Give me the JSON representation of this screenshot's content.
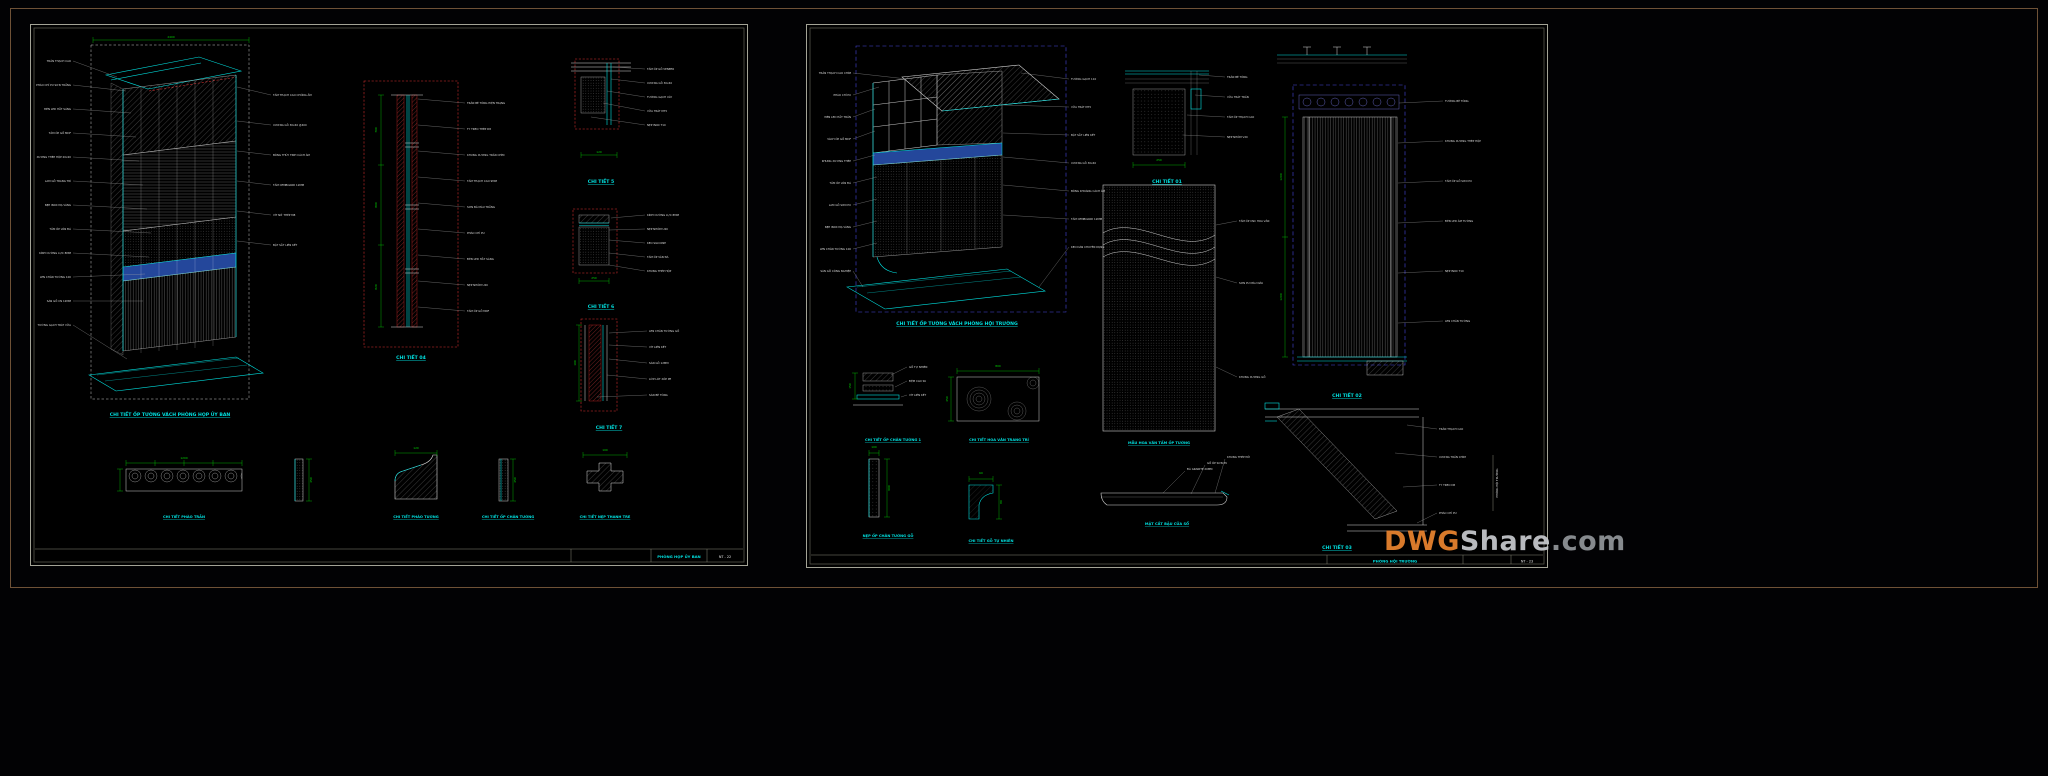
{
  "watermark": {
    "dwg": "DWG",
    "share": "Share",
    "dotcom": ".com"
  },
  "left": {
    "room": "PHÒNG HỌP ỦY BAN",
    "sheet_no": "NT - 22",
    "iso": {
      "title": "CHI TIẾT ỐP TƯỜNG VÁCH PHÒNG HỌP ỦY BAN",
      "dim": "2400",
      "labels_left": [
        "TRẦN THẠCH CAO",
        "PHÀO CHỈ PU SƠN TRẮNG",
        "ĐÈN LED HẮT SÁNG",
        "TẤM ỐP GỖ MDF",
        "XƯƠNG THÉP HỘP 20x20",
        "LAM GỖ TRANG TRÍ",
        "NẸP INOX MẠ VÀNG",
        "TẤM ỐP VÂN ĐÁ",
        "KÍNH CƯỜNG LỰC 8MM",
        "LEN CHÂN TƯỜNG 100",
        "SÀN GỖ CN 12MM",
        "TƯỜNG GẠCH TRÁT VỮA"
      ],
      "labels_right": [
        "TẤM THẠCH CAO CHỐNG ẨM",
        "XƯƠNG GỖ 30x40 @400",
        "BÔNG THỦY TINH CÁCH ÂM",
        "TẤM CEMBOARD 12MM",
        "VÍT NỞ THÉP M8",
        "BẬT SẮT LIÊN KẾT"
      ]
    },
    "section": {
      "title": "CHI TIẾT 04",
      "labels": [
        "TRẦN BÊ TÔNG HIỆN TRẠNG",
        "TY TREO THÉP D8",
        "KHUNG XƯƠNG TRẦN CHÌM",
        "TẤM THẠCH CAO 9MM",
        "SƠN BẢ MÀU TRẮNG",
        "PHÀO CHỈ PU",
        "ĐÈN LED HẮT SÁNG",
        "NẸP NHÔM U20",
        "TẤM ỐP GỖ MDF"
      ],
      "dims": [
        "700",
        "800",
        "820"
      ]
    },
    "d1": {
      "title": "CHI TIẾT 5",
      "labels": [
        "TẤM ỐP GỖ VENEER",
        "XƯƠNG GỖ 30x40",
        "TƯỜNG GẠCH XÂY",
        "VỮA TRÁT M75",
        "NẸP INOX T10"
      ],
      "dim": "120"
    },
    "d2": {
      "title": "CHI TIẾT 6",
      "labels": [
        "KÍNH CƯỜNG LỰC 8MM",
        "NẸP NHÔM U20",
        "KEO SILICONE",
        "TẤM ỐP VÂN ĐÁ",
        "KHUNG THÉP HỘP"
      ],
      "dim": "250"
    },
    "d3": {
      "title": "CHI TIẾT 7",
      "labels": [
        "LEN CHÂN TƯỜNG GỖ",
        "VÍT LIÊN KẾT",
        "SÀN GỖ 12MM",
        "LỚP LÓT XỐP PE",
        "SÀN BÊ TÔNG"
      ],
      "dim": "100"
    },
    "bottom": {
      "titles": [
        "CHI TIẾT PHÀO TRẦN",
        "CHI TIẾT PHÀO TƯỜNG",
        "CHI TIẾT ỐP CHÂN TƯỜNG",
        "CHI TIẾT NẸP THANH TRE"
      ],
      "dims": [
        "1200",
        "450",
        "120",
        "450",
        "100"
      ]
    }
  },
  "right": {
    "room": "PHÒNG HỘI TRƯỜNG",
    "sheet_no": "NT - 23",
    "side_label": "PHÒNG HỘI TRƯỜNG",
    "iso": {
      "title": "CHI TIẾT ỐP TƯỜNG VÁCH PHÒNG HỘI TRƯỜNG",
      "labels_left": [
        "TRẦN THẠCH CAO CHÌM",
        "PHÀO CHỈ PU",
        "ĐÈN LED HẮT TRẦN",
        "VÁCH ỐP GỖ MDF",
        "KHUNG XƯƠNG THÉP",
        "TẤM ỐP VÂN ĐÁ",
        "LAM GỖ SƠN PU",
        "NẸP INOX MẠ VÀNG",
        "LEN CHÂN TƯỜNG 100",
        "SÀN GỖ CÔNG NGHIỆP"
      ],
      "labels_right": [
        "TƯỜNG GẠCH 110",
        "VỮA TRÁT M75",
        "BẬT SẮT LIÊN KẾT",
        "XƯƠNG GỖ 30x40",
        "BÔNG KHOÁNG CÁCH ÂM",
        "TẤM CEMBOARD 12MM",
        "KEO DÁN CHUYÊN DỤNG"
      ]
    },
    "corner": {
      "title": "CHI TIẾT 01",
      "labels": [
        "TRẦN BÊ TÔNG",
        "VỮA TRÁT TRẦN",
        "TẤM ỐP THẠCH CAO",
        "NẸP NHÔM V20"
      ],
      "dim": "250"
    },
    "panel": {
      "title": "MẪU HOA VĂN TẤM ỐP TƯỜNG",
      "labels": [
        "TẤM ỐP CNC HOA VĂN",
        "SƠN PU MÀU NÂU",
        "KHUNG XƯƠNG GỖ"
      ]
    },
    "d1": {
      "title": "CHI TIẾT ỐP CHÂN TƯỜNG 1",
      "labels": [
        "GỖ TỰ NHIÊN",
        "ĐỆM CAO SU",
        "VÍT LIÊN KẾT"
      ],
      "dim": "150"
    },
    "d2": {
      "title": "CHI TIẾT HOA VĂN TRANG TRÍ",
      "dims": [
        "800",
        "450"
      ]
    },
    "tall": {
      "title": "CHI TIẾT 02",
      "labels": [
        "TƯỜNG BÊ TÔNG",
        "KHUNG XƯƠNG THÉP HỘP",
        "TẤM ỐP GỖ SƠN PU",
        "ĐÈN LED ÂM TƯỜNG",
        "NẸP INOX T10",
        "LEN CHÂN TƯỜNG"
      ],
      "dims": [
        "1200",
        "1200"
      ]
    },
    "diag": {
      "title": "CHI TIẾT 03",
      "labels": [
        "TRẦN THẠCH CAO",
        "XƯƠNG TRẦN CHÌM",
        "TY TREO D8",
        "PHÀO CHỈ PU"
      ]
    },
    "shelf": {
      "title": "MẶT CẮT BẬU CỬA SỔ",
      "labels": [
        "ĐÁ GRANITE 20MM",
        "GỖ ỐP SƠN PU",
        "KHUNG THÉP ĐỠ"
      ]
    },
    "h1": {
      "title": "NẸP ỐP CHÂN TƯỜNG GỖ",
      "dims": [
        "100",
        "600"
      ]
    },
    "h2": {
      "title": "CHI TIẾT GỖ TỰ NHIÊN",
      "dims": [
        "60",
        "80"
      ]
    }
  }
}
